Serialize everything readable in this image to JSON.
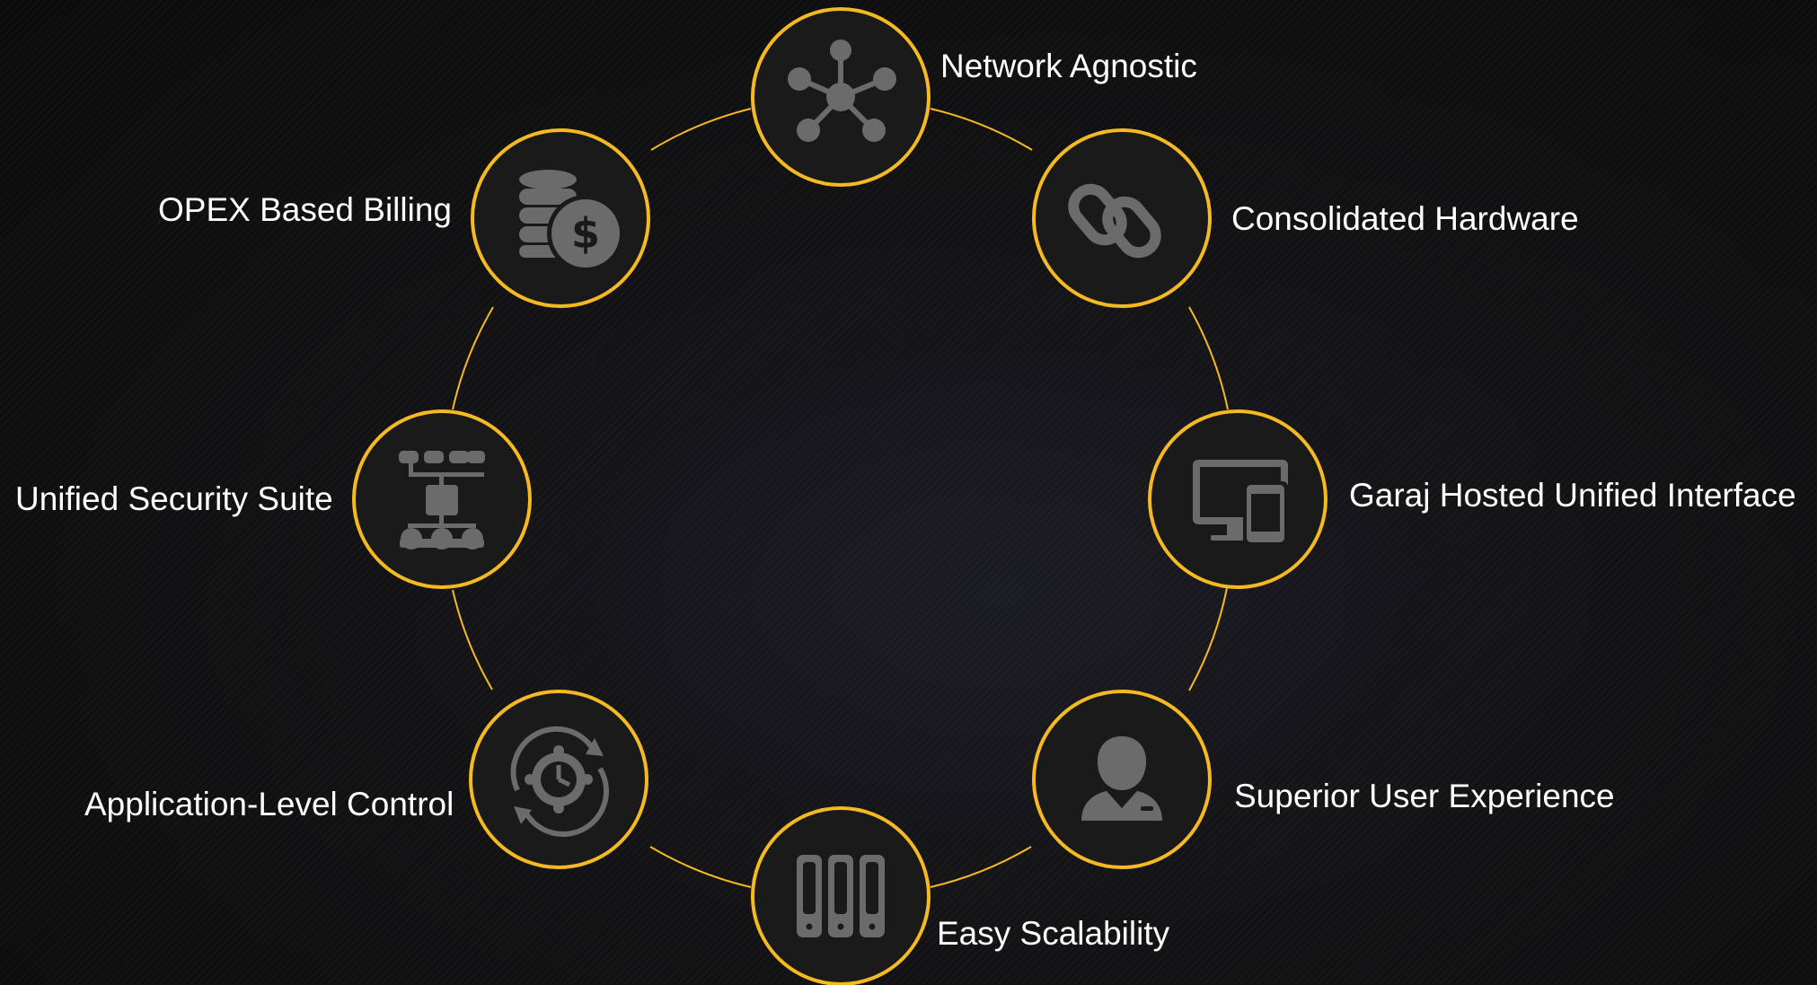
{
  "diagram": {
    "accent_color": "#f5b921",
    "node_fill": "#1a1a1a",
    "icon_color": "#6b6b6b",
    "text_color": "#ffffff",
    "nodes": [
      {
        "label": "Network Agnostic",
        "icon": "network-hub-icon"
      },
      {
        "label": "Consolidated Hardware",
        "icon": "chain-link-icon"
      },
      {
        "label": "Garaj Hosted Unified Interface",
        "icon": "monitor-devices-icon"
      },
      {
        "label": "Superior User Experience",
        "icon": "user-icon"
      },
      {
        "label": "Easy Scalability",
        "icon": "server-racks-icon"
      },
      {
        "label": "Application-Level Control",
        "icon": "clock-gear-icon"
      },
      {
        "label": "Unified Security Suite",
        "icon": "hierarchy-icon"
      },
      {
        "label": "OPEX Based Billing",
        "icon": "coins-dollar-icon"
      }
    ]
  }
}
